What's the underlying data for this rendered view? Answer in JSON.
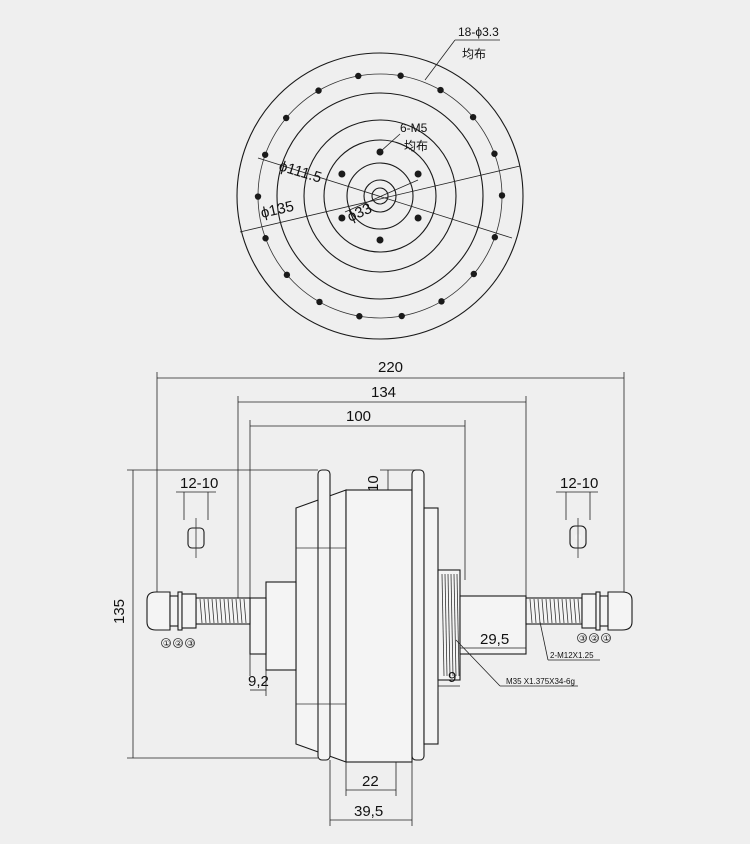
{
  "front_view": {
    "hole_note_line1": "18-ϕ3.3",
    "hole_note_line2": "均布",
    "bolt_note_line1": "6-M5",
    "bolt_note_line2": "均布",
    "dia_111": "ϕ111.5",
    "dia_135": "ϕ135",
    "dia_33": "ϕ33"
  },
  "side_view": {
    "dim_220": "220",
    "dim_134": "134",
    "dim_100": "100",
    "dim_10": "10",
    "dim_135": "135",
    "dim_12_10_left": "12-10",
    "dim_12_10_right": "12-10",
    "dim_29_5": "29,5",
    "dim_9": "9",
    "dim_9_2": "9,2",
    "dim_22": "22",
    "dim_39_5": "39,5",
    "thread_note": "M35 X1.375X34-6g",
    "nut_note": "2-M12X1.25",
    "part_1": "①",
    "part_2": "②",
    "part_3": "③"
  }
}
